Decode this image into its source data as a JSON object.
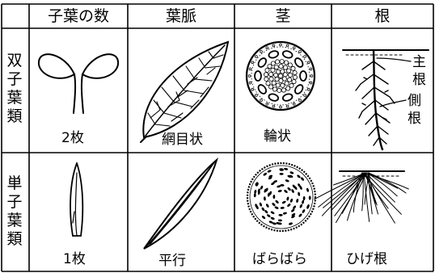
{
  "header": {
    "columns": [
      "子葉の数",
      "葉脈",
      "茎",
      "根"
    ]
  },
  "rows": [
    {
      "label": [
        "双",
        "子",
        "葉",
        "類"
      ],
      "cells": [
        "2枚",
        "網目状",
        "輪状",
        ""
      ],
      "root_annotations": {
        "main_root": [
          "主",
          "根"
        ],
        "side_root": [
          "側",
          "根"
        ]
      }
    },
    {
      "label": [
        "単",
        "子",
        "葉",
        "類"
      ],
      "cells": [
        "1枚",
        "平行",
        "ばらばら",
        "ひげ根"
      ]
    }
  ]
}
